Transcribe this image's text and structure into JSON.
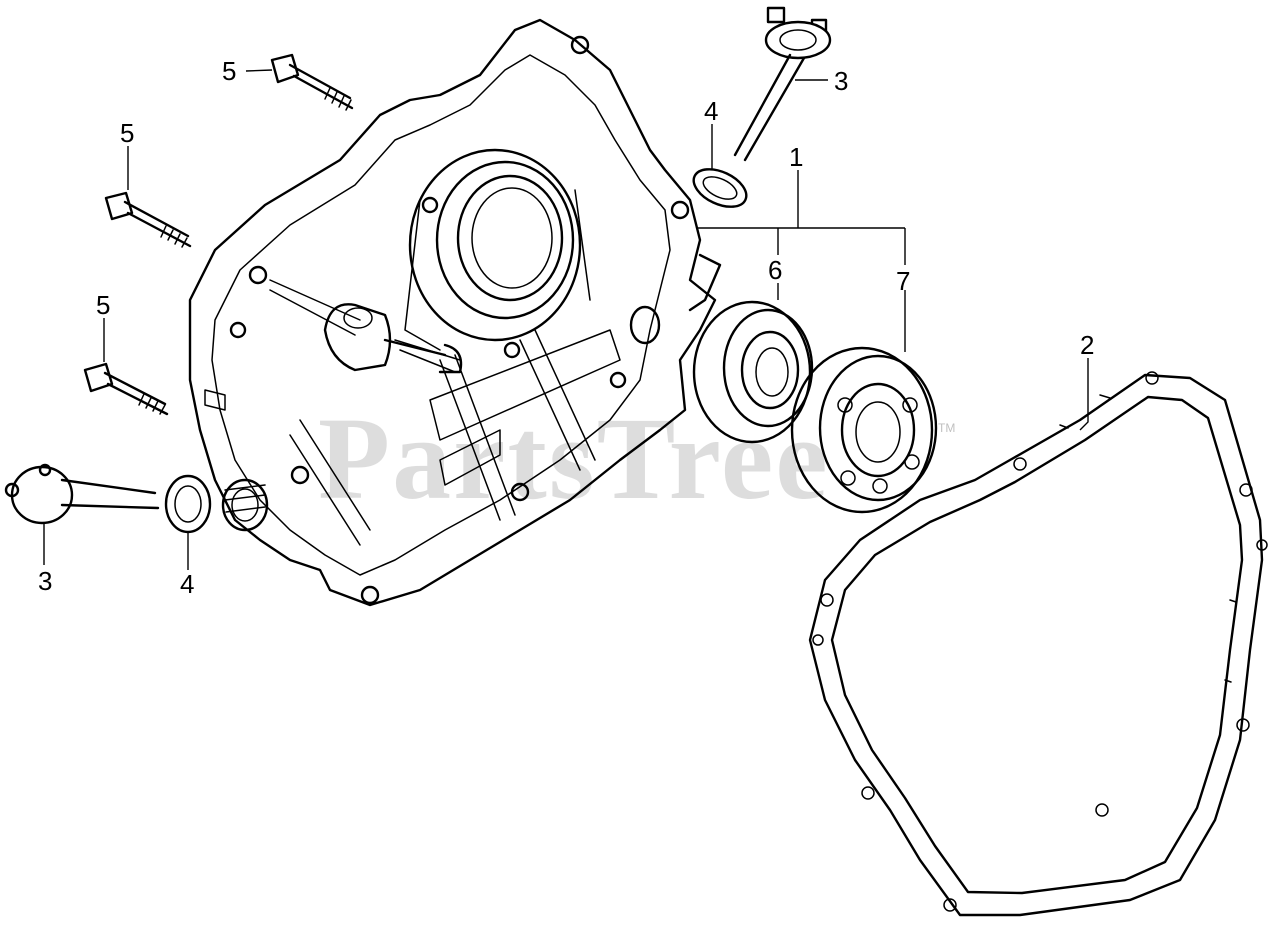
{
  "diagram": {
    "callouts": [
      {
        "id": "c5a",
        "text": "5"
      },
      {
        "id": "c5b",
        "text": "5"
      },
      {
        "id": "c5c",
        "text": "5"
      },
      {
        "id": "c3a",
        "text": "3"
      },
      {
        "id": "c3b",
        "text": "3"
      },
      {
        "id": "c4a",
        "text": "4"
      },
      {
        "id": "c4b",
        "text": "4"
      },
      {
        "id": "c1",
        "text": "1"
      },
      {
        "id": "c6",
        "text": "6"
      },
      {
        "id": "c7",
        "text": "7"
      },
      {
        "id": "c2",
        "text": "2"
      }
    ],
    "watermark": {
      "text": "PartsTree",
      "trademark": "TM"
    }
  }
}
